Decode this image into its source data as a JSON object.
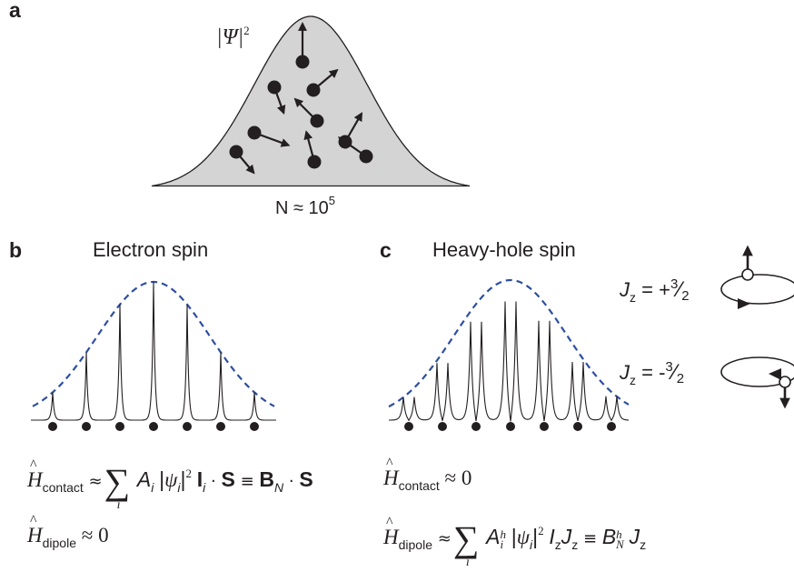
{
  "panel_a": {
    "label": "a",
    "psi_label": "|Ψ|",
    "psi_exp": "2",
    "n_label_prefix": "N ≈ 10",
    "n_label_exp": "5"
  },
  "panel_b": {
    "label": "b",
    "title": "Electron spin",
    "eq1": {
      "lhs_sub": "contact",
      "coef": "A",
      "coef_sub": "i",
      "psi": "ψ",
      "psi_sub": "i",
      "exp": "2",
      "vec1": "I",
      "vec1_sub": "i",
      "dot": "·",
      "spin": "S",
      "equiv": "≡",
      "field": "B",
      "field_sub": "N",
      "spin2": "S",
      "sum_index": "i"
    },
    "eq2": {
      "lhs_sub": "dipole",
      "rhs": "≈ 0"
    }
  },
  "panel_c": {
    "label": "c",
    "title": "Heavy-hole spin",
    "jz_plus": {
      "lhs": "J",
      "lhs_sub": "z",
      "rhs_sign": "= +",
      "num": "3",
      "den": "2"
    },
    "jz_minus": {
      "lhs": "J",
      "lhs_sub": "z",
      "rhs_sign": "= -",
      "num": "3",
      "den": "2"
    },
    "eq1": {
      "lhs_sub": "contact",
      "rhs": "≈ 0"
    },
    "eq2": {
      "lhs_sub": "dipole",
      "coef": "A",
      "coef_sub": "i",
      "coef_sup": "h",
      "psi": "ψ",
      "psi_sub": "i",
      "exp": "2",
      "iz": "I",
      "iz_sub": "z",
      "jz": "J",
      "jz_sub": "z",
      "equiv": "≡",
      "field": "B",
      "field_sub": "N",
      "field_sup": "h",
      "jz2": "J",
      "jz2_sub": "z",
      "sum_index": "i"
    }
  },
  "colors": {
    "envelope_fill": "#d4d4d4",
    "dashed_envelope": "#2e4fa0",
    "ink": "#231f20"
  }
}
